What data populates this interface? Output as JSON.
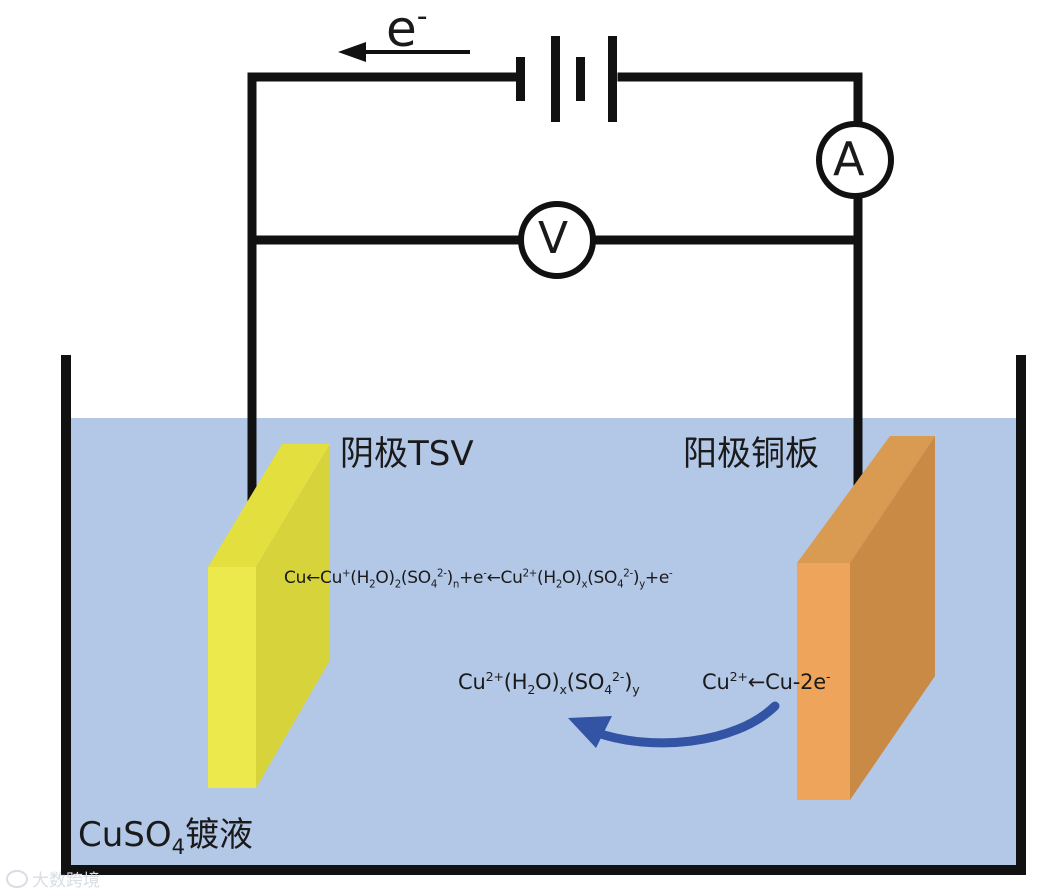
{
  "labels": {
    "electron_symbol": "e",
    "electron_superscript": "-",
    "ammeter_symbol": "A",
    "voltmeter_symbol": "V",
    "cathode_label": "阴极TSV",
    "anode_label": "阳极铜板",
    "electrolyte_formula": "CuSO",
    "electrolyte_subscript": "4",
    "electrolyte_suffix": "镀液"
  },
  "equations": {
    "cathode_reaction": {
      "p1": "Cu",
      "arrow1": "←",
      "p2": "Cu",
      "p2_sup": "+",
      "p3": "(H",
      "p3_sub": "2",
      "p4": "O)",
      "p4_sub": "2",
      "p5": "(SO",
      "p5_sub": "4",
      "p5_sup": "2-",
      "p6": ")",
      "p6_sub": "n",
      "p7": "+e",
      "p7_sup": "-",
      "arrow2": "←",
      "p8": "Cu",
      "p8_sup": "2+",
      "p9": "(H",
      "p9_sub": "2",
      "p10": "O)",
      "p10_sub": "x",
      "p11": "(SO",
      "p11_sub": "4",
      "p11_sup": "2-",
      "p12": ")",
      "p12_sub": "y",
      "p13": "+e",
      "p13_sup": "-"
    },
    "complex_formation": {
      "p1": "Cu",
      "p1_sup": "2+",
      "p2": "(H",
      "p2_sub": "2",
      "p3": "O)",
      "p3_sub": "x",
      "p4": "(SO",
      "p4_sub": "4",
      "p4_sup": "2-",
      "p5": ")",
      "p5_sub": "y"
    },
    "anode_reaction": {
      "p1": "Cu",
      "p1_sup": "2+",
      "arrow": "←",
      "p2": "Cu-2e",
      "p2_sup": "-"
    }
  },
  "watermark": {
    "text": "大数跨境"
  },
  "colors": {
    "wire": "#111111",
    "electrolyte": "#b3c7e6",
    "cathode_front": "#ece94c",
    "cathode_side": "#d6d43a",
    "cathode_top": "#e2df3e",
    "anode_front": "#eea45a",
    "anode_side": "#c88a45",
    "anode_top": "#d99a52",
    "flow_arrow": "#3354a4"
  },
  "icons": {
    "battery": "battery-icon",
    "ammeter": "ammeter-icon",
    "voltmeter": "voltmeter-icon",
    "electron_flow_arrow": "arrow-left-icon",
    "ion_flow_arrow": "curved-arrow-icon"
  }
}
